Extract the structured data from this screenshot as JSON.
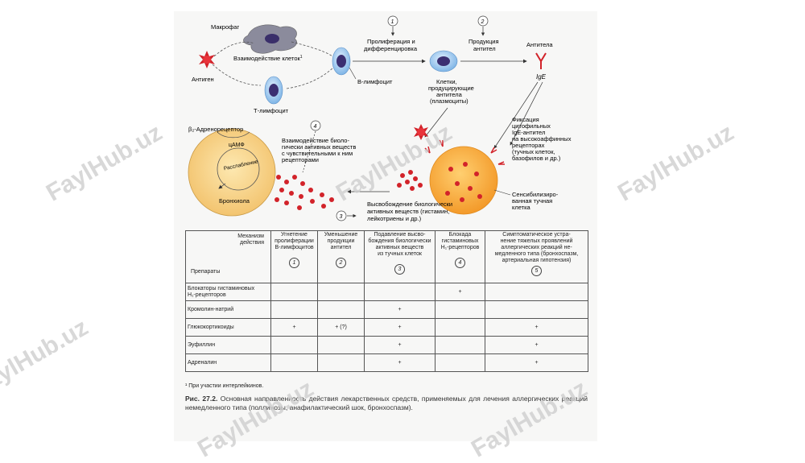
{
  "watermark": "FaylHub.uz",
  "diagram": {
    "macrophage": "Макрофаг",
    "interaction": "Взаимодействие клеток",
    "interaction_sup": "1",
    "antigen": "Антиген",
    "t_lymph": "Т-лимфоцит",
    "b_lymph": "В-лимфоцит",
    "prolif_1": "Пролиферация и",
    "prolif_2": "дифференцировка",
    "plasma_1": "Клетки,",
    "plasma_2": "продуцирующие",
    "plasma_3": "антитела",
    "plasma_4": "(плазмоциты)",
    "prod_1": "Продукция",
    "prod_2": "антител",
    "antibodies": "Антитела",
    "ige": "IgE",
    "fix_1": "Фиксация",
    "fix_2": "цитофильных",
    "fix_3": "IgE-антител",
    "fix_4": "на высокоаффинных",
    "fix_5": "рецепторах",
    "fix_6": "(тучных клеток,",
    "fix_7": "базофилов и др.)",
    "mast_1": "Сенсибилизиро-",
    "mast_2": "ванная тучная",
    "mast_3": "клетка",
    "release_1": "Высвобождение биологически",
    "release_2": "активных веществ (гистамин,",
    "release_3": "лейкотриены и др.)",
    "biol_1": "Взаимодействие биоло-",
    "biol_2": "гически активных веществ",
    "biol_3": "с чувствительными к ним",
    "biol_4": "рецепторами",
    "beta2": "β₂-Адренорецептор",
    "camp": "цАМФ",
    "relax": "Расслабление",
    "bronch": "Бронхиола",
    "n1": "1",
    "n2": "2",
    "n3": "3",
    "n4": "4"
  },
  "table": {
    "corner_top_1": "Механизм",
    "corner_top_2": "действия",
    "corner_bottom": "Препараты",
    "columns": [
      {
        "label_1": "Угнетение",
        "label_2": "пролиферации",
        "label_3": "В-лимфоцитов",
        "label_4": "",
        "label_5": "",
        "num": "1"
      },
      {
        "label_1": "Уменьшение",
        "label_2": "продукции",
        "label_3": "антител",
        "label_4": "",
        "label_5": "",
        "num": "2"
      },
      {
        "label_1": "Подавление высво-",
        "label_2": "бождения биологически",
        "label_3": "активных веществ",
        "label_4": "из тучных клеток",
        "label_5": "",
        "num": "3"
      },
      {
        "label_1": "Блокада",
        "label_2": "гистаминовых",
        "label_3": "H₁-рецепторов",
        "label_4": "",
        "label_5": "",
        "num": "4"
      },
      {
        "label_1": "Симптоматическое устра-",
        "label_2": "нение тяжелых проявлений",
        "label_3": "аллергических реакций не-",
        "label_4": "медленного типа (бронхоспазм,",
        "label_5": "артериальная гипотензия)",
        "num": "5"
      }
    ],
    "rows": [
      {
        "name_1": "Блокаторы гистаминовых",
        "name_2": "H₁-рецепторов",
        "c1": "",
        "c2": "",
        "c3": "",
        "c4": "+",
        "c5": ""
      },
      {
        "name_1": "Кромолин-натрий",
        "name_2": "",
        "c1": "",
        "c2": "",
        "c3": "+",
        "c4": "",
        "c5": ""
      },
      {
        "name_1": "Глюкокортикоиды",
        "name_2": "",
        "c1": "+",
        "c2": "+ (?)",
        "c3": "+",
        "c4": "",
        "c5": "+"
      },
      {
        "name_1": "Эуфиллин",
        "name_2": "",
        "c1": "",
        "c2": "",
        "c3": "+",
        "c4": "",
        "c5": "+"
      },
      {
        "name_1": "Адреналин",
        "name_2": "",
        "c1": "",
        "c2": "",
        "c3": "+",
        "c4": "",
        "c5": "+"
      }
    ]
  },
  "footnote": "¹ При участии интерлейкинов.",
  "caption": {
    "label": "Рис. 27.2.",
    "text": "Основная направленность действия лекарственных средств, применяемых для лечения аллергических реакций немедленного типа (поллинозы, анафилактический шок, бронхоспазм)."
  }
}
